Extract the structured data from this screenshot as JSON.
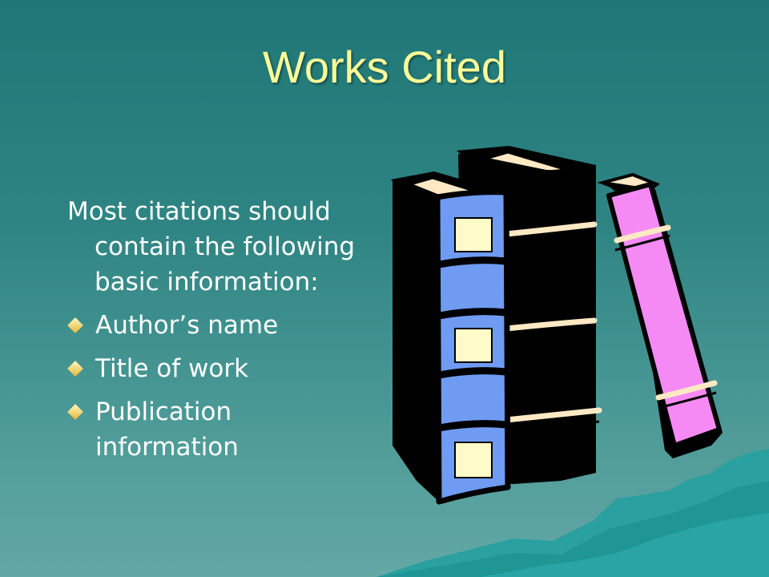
{
  "slide": {
    "title": "Works Cited",
    "intro": "Most citations should contain the following basic information:",
    "bullets": [
      "Author’s name",
      "Title of work",
      "Publication information"
    ]
  },
  "colors": {
    "background_top": "#1e7676",
    "background_bottom": "#63a8a5",
    "title": "#ffff99",
    "text": "#ffffff",
    "bullet": "#e8b531",
    "book_blue": "#6f9bf2",
    "book_pink": "#f68af5",
    "book_black": "#000000",
    "pages": "#ffe9c4"
  },
  "icons": {
    "bullet_marker": "diamond-bullet-icon",
    "illustration": "books-clipart-icon"
  }
}
